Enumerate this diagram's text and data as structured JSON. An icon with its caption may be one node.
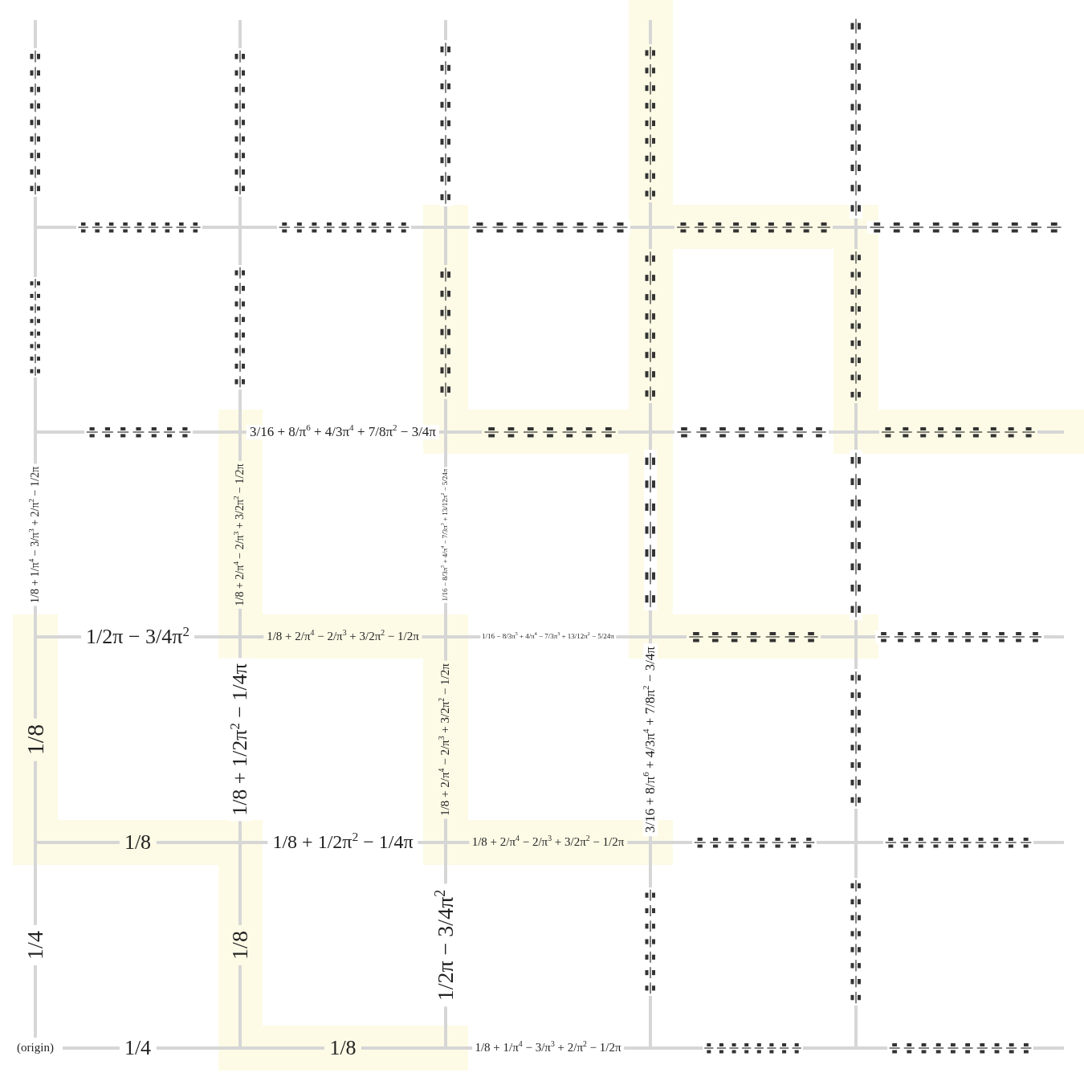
{
  "diagram": {
    "labels": [
      "3/16 + 8/π$^{6}$ + 4/3π$^{4}$ + 7/8π$^{2}$ − 3/4π",
      "1/8 + 1/π$^{4}$ − 3/π$^{3}$ + 2/π$^{2}$ − 1/2π",
      "1/8 + 2/π$^{4}$ − 2/π$^{3}$ + 3/2π$^{2}$ − 1/2π",
      "1/16 − 8/3π$^{5}$ + 4/π$^{4}$ − 7/3π$^{3}$ + 13/12π$^{2}$ − 5/24π",
      "1/2π − 3/4π$^{2}$",
      "1/8 + 2/π$^{4}$ − 2/π$^{3}$ + 3/2π$^{2}$ − 1/2π",
      "1/16 − 8/3π$^{5}$ + 4/π$^{4}$ − 7/3π$^{3}$ + 13/12π$^{2}$ − 5/24π",
      "1/8",
      "1/8 + 1/2π$^{2}$ − 1/4π",
      "1/8 + 2/π$^{4}$ − 2/π$^{3}$ + 3/2π$^{2}$ − 1/2π",
      "3/16 + 8/π$^{6}$ + 4/3π$^{4}$ + 7/8π$^{2}$ − 3/4π",
      "1/8",
      "1/8 + 1/2π$^{2}$ − 1/4π",
      "1/8 + 2/π$^{4}$ − 2/π$^{3}$ + 3/2π$^{2}$ − 1/2π",
      "1/4",
      "1/8",
      "1/2π − 3/4π$^{2}$",
      "(origin)",
      "1/4",
      "1/8",
      "1/8 + 1/π$^{4}$ − 3/π$^{3}$ + 2/π$^{2}$ − 1/2π"
    ]
  }
}
